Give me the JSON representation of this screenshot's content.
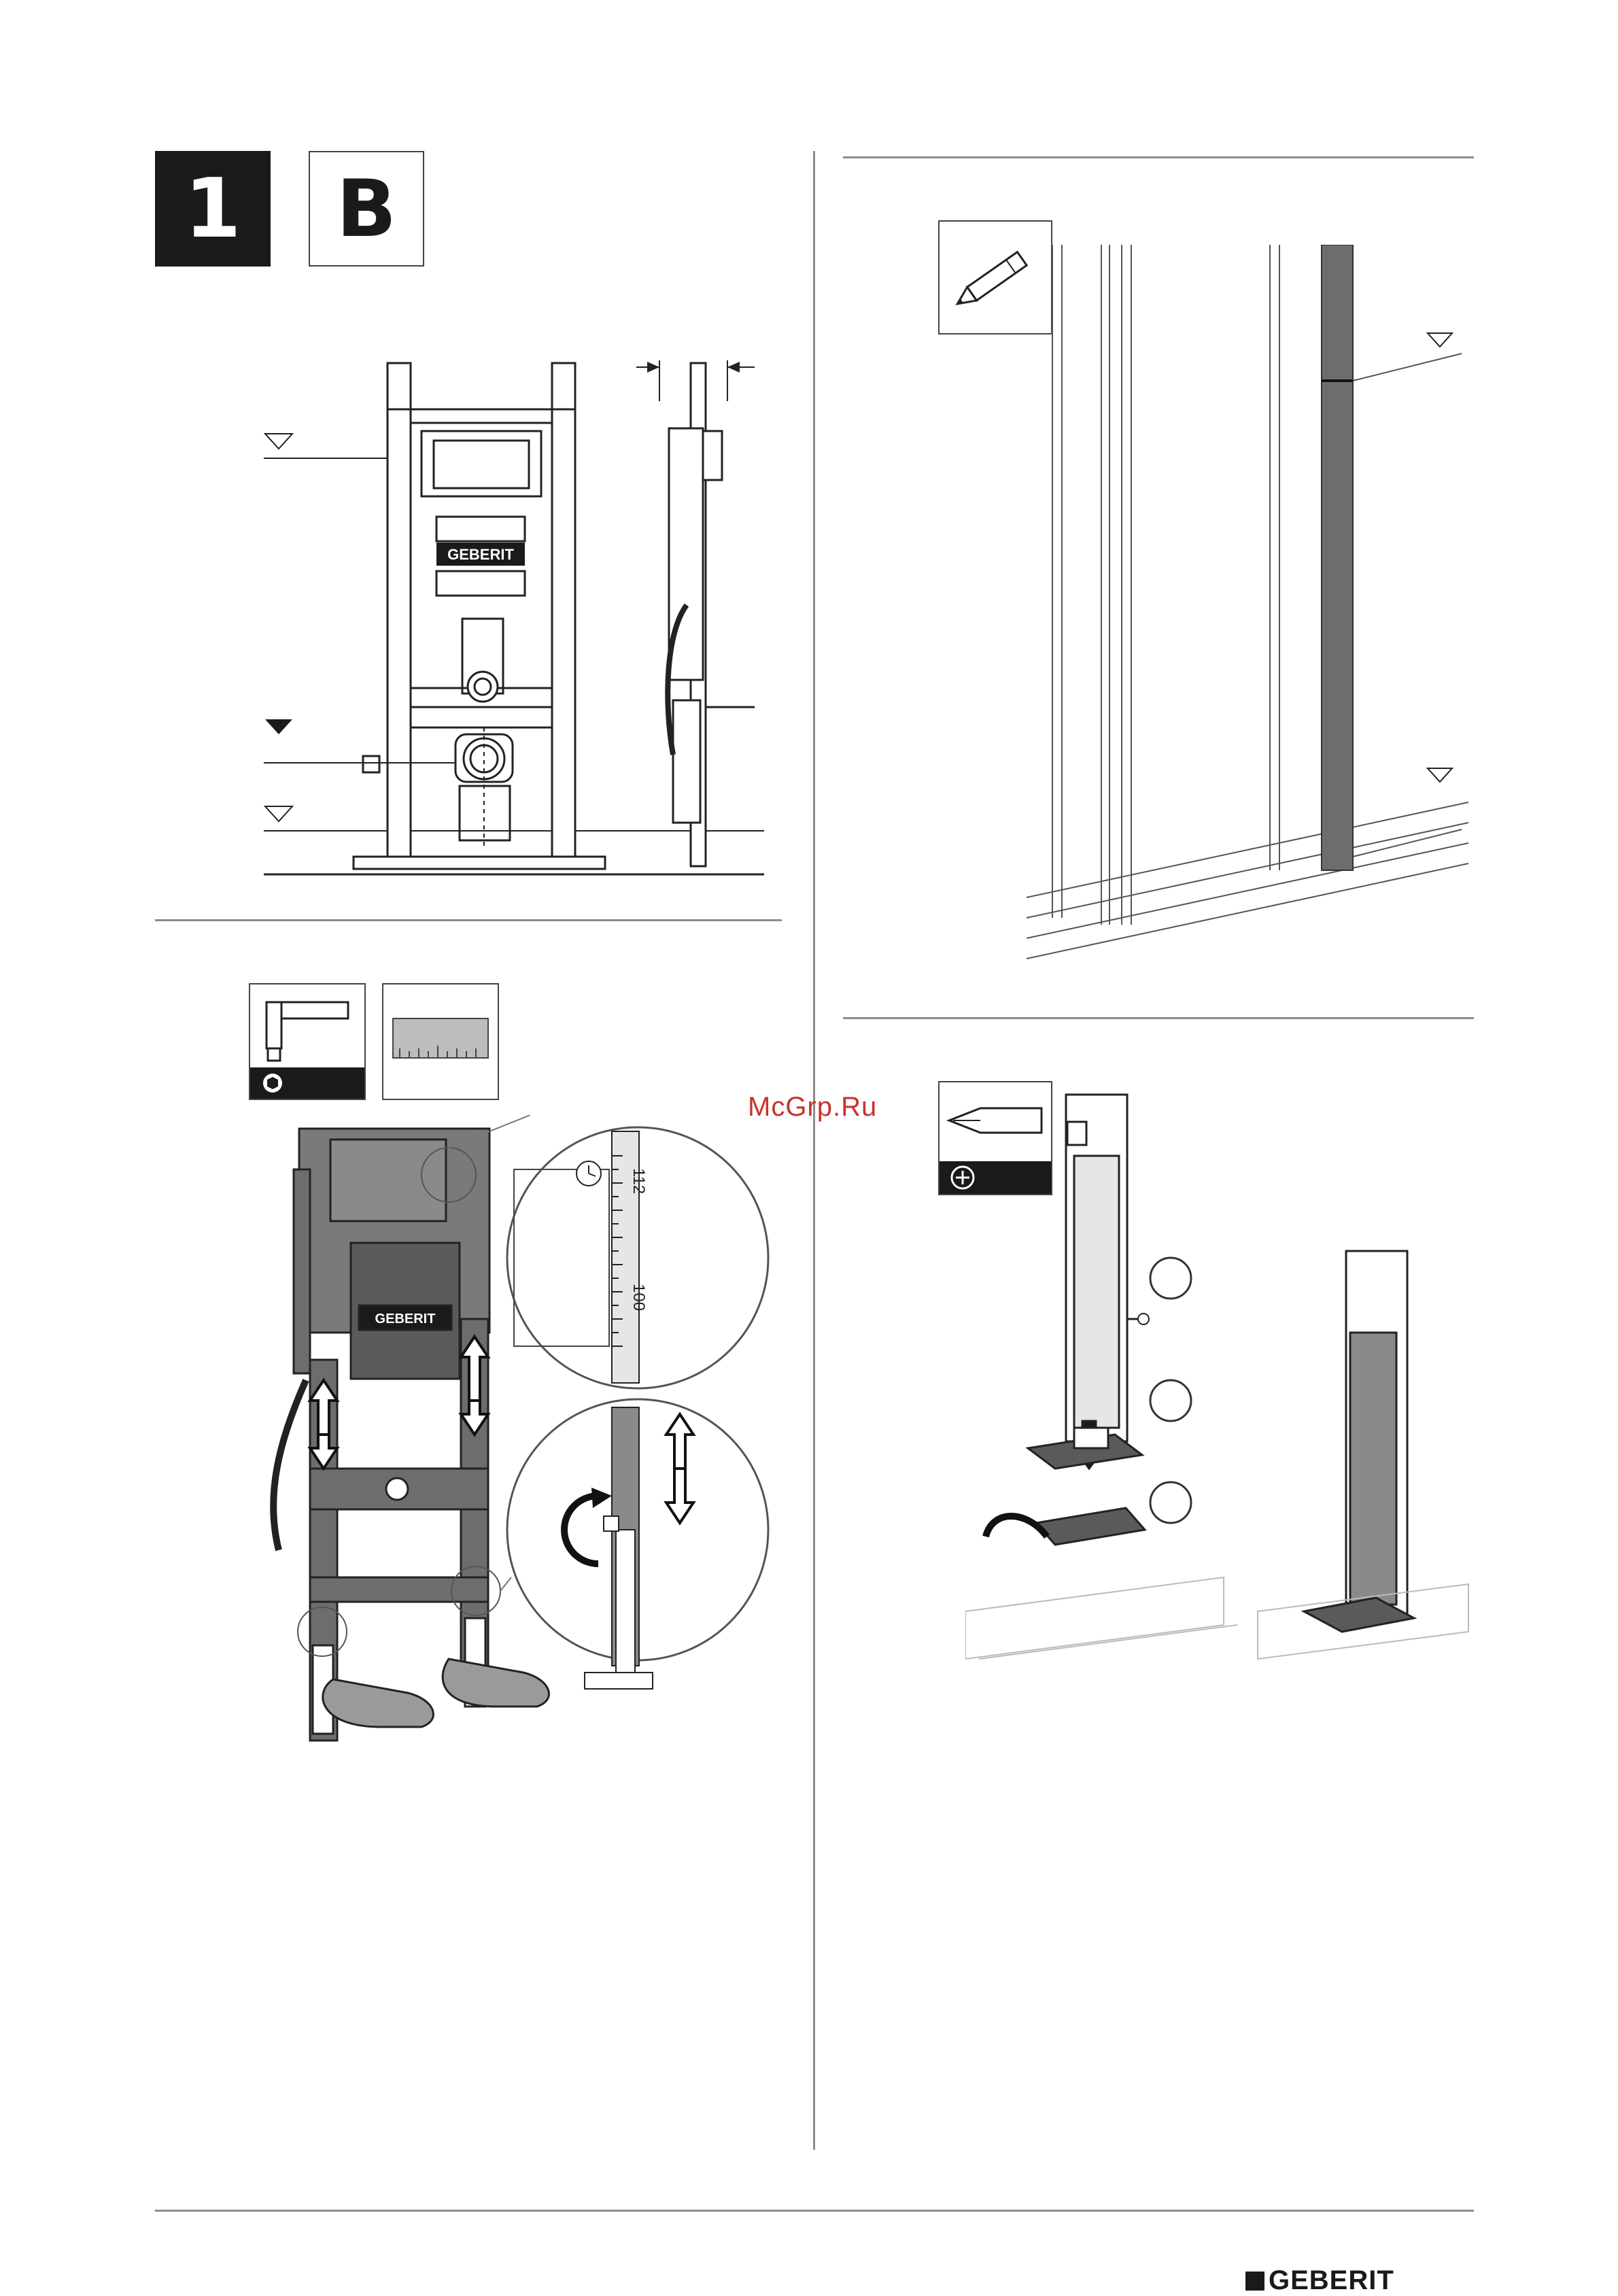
{
  "step": {
    "number": "1",
    "variant": "B"
  },
  "watermark": "McGrp.Ru",
  "brand": {
    "name": "GEBERIT",
    "frame_label": "GEBERIT"
  },
  "measure": {
    "tick_112": "112",
    "tick_100": "100"
  },
  "icons": {
    "pencil": "pencil-icon",
    "hex_key": "hex-key-icon",
    "ruler": "ruler-icon",
    "screwdriver": "phillips-screwdriver-icon",
    "hex_socket": "hex-socket-icon",
    "phillips_head": "phillips-head-icon",
    "level_marker": "level-triangle-icon",
    "rotate": "rotate-arrow-icon",
    "up_down": "up-down-arrow-icon"
  },
  "colors": {
    "ink": "#1a1a1a",
    "frame_gray": "#6d6d6d",
    "rule": "#8c8c8c",
    "watermark": "#c8322a"
  }
}
